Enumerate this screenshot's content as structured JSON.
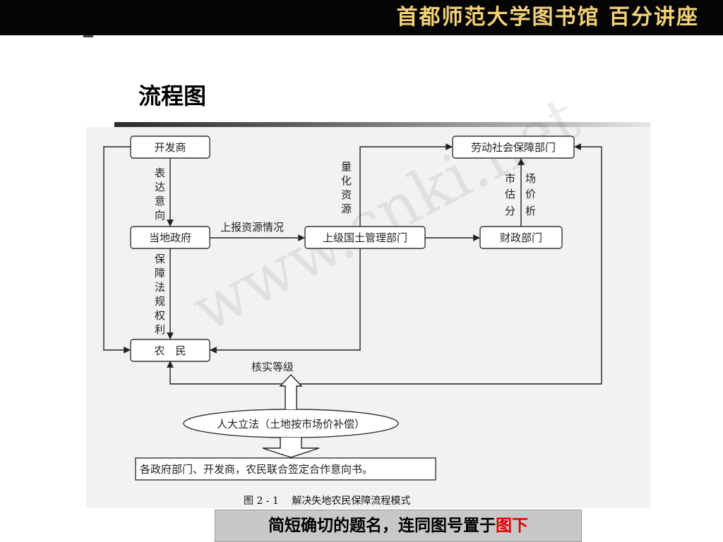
{
  "header": {
    "banner": "首都师范大学图书馆 百分讲座"
  },
  "slide": {
    "title": "流程图"
  },
  "diagram": {
    "watermark": "www.cnki.net",
    "nodes": {
      "developer": "开发商",
      "local_gov": "当地政府",
      "farmers": "农　民",
      "land_dept": "上级国土管理部门",
      "finance_dept": "财政部门",
      "labor_dept": "劳动社会保障部门",
      "npc": "人大立法（土地按市场价补偿）",
      "agreement": "各政府部门、开发商，农民联合签定合作意向书。"
    },
    "edge_labels": {
      "express_intent": [
        "表",
        "达",
        "意",
        "向"
      ],
      "report_resources": "上报资源情况",
      "protect_rights": [
        "保",
        "障",
        "法",
        "规",
        "权",
        "利"
      ],
      "quantify_resources": [
        "量",
        "化",
        "资",
        "源"
      ],
      "market_analysis_left": [
        "市",
        "估",
        "分"
      ],
      "market_analysis_right": [
        "场",
        "价",
        "析"
      ],
      "verify_grade": "核实等级"
    },
    "caption": "图 2 - 1　 解决失地农民保障流程模式"
  },
  "footer_note": {
    "text": "简短确切的题名，连同图号置于",
    "highlight": "图下",
    "highlight_color": "#e00000"
  }
}
